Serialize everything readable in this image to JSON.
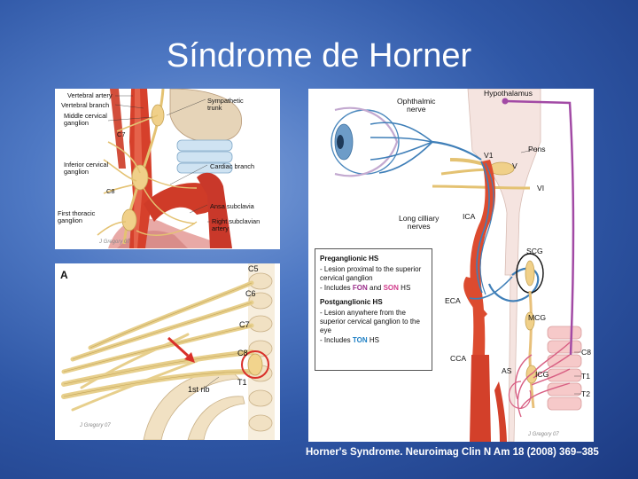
{
  "slide": {
    "title": "Síndrome de Horner",
    "citation": "Horner's Syndrome. Neuroimag Clin N Am 18 (2008) 369–385"
  },
  "figure_a": {
    "labels": {
      "vertebral_artery": "Vertebral artery",
      "vertebral_branch": "Vertebral branch",
      "middle_cervical_ganglion": "Middle cervical\nganglion",
      "c7": "C7",
      "inferior_cervical_ganglion": "Inferior cervical\nganglion",
      "c8": "C8",
      "first_thoracic_ganglion": "First thoracic\nganglion",
      "sympathetic_trunk": "Sympathetic\ntrunk",
      "cardiac_branch": "Cardiac branch",
      "ansa_subclavia": "Ansa subclavia",
      "right_subclavian_artery": "Right subclavian\nartery"
    },
    "signature": "J Gregory 07"
  },
  "figure_b": {
    "labels": {
      "panel_letter": "A",
      "c5": "C5",
      "c6": "C6",
      "c7": "C7",
      "c8": "C8",
      "t1": "T1",
      "first_rib": "1st rib"
    },
    "signature": "J Gregory 07"
  },
  "figure_c": {
    "labels": {
      "hypothalamus": "Hypothalamus",
      "ophthalmic_nerve": "Ophthalmic\nnerve",
      "pons": "Pons",
      "v1": "V1",
      "v": "V",
      "vi": "VI",
      "ica": "ICA",
      "long_ciliary_nerves": "Long cilliary\nnerves",
      "scg": "SCG",
      "eca": "ECA",
      "mcg": "MCG",
      "cca": "CCA",
      "as": "AS",
      "icg": "ICG",
      "c8": "C8",
      "t1": "T1",
      "t2": "T2"
    },
    "legend": {
      "pre_heading": "Preganglionic HS",
      "pre_item1": "- Lesion proximal to the superior cervical ganglion",
      "pre_item2_prefix": "- Includes ",
      "pre_item2_fon": "FON",
      "pre_item2_and": " and ",
      "pre_item2_son": "SON",
      "pre_item2_suffix": " HS",
      "post_heading": "Postganglionic HS",
      "post_item1": "- Lesion anywhere from the superior cervical ganglion to the eye",
      "post_item2_prefix": "- Includes ",
      "post_item2_ton": "TON",
      "post_item2_suffix": " HS"
    },
    "signature": "J Gregory 07"
  }
}
